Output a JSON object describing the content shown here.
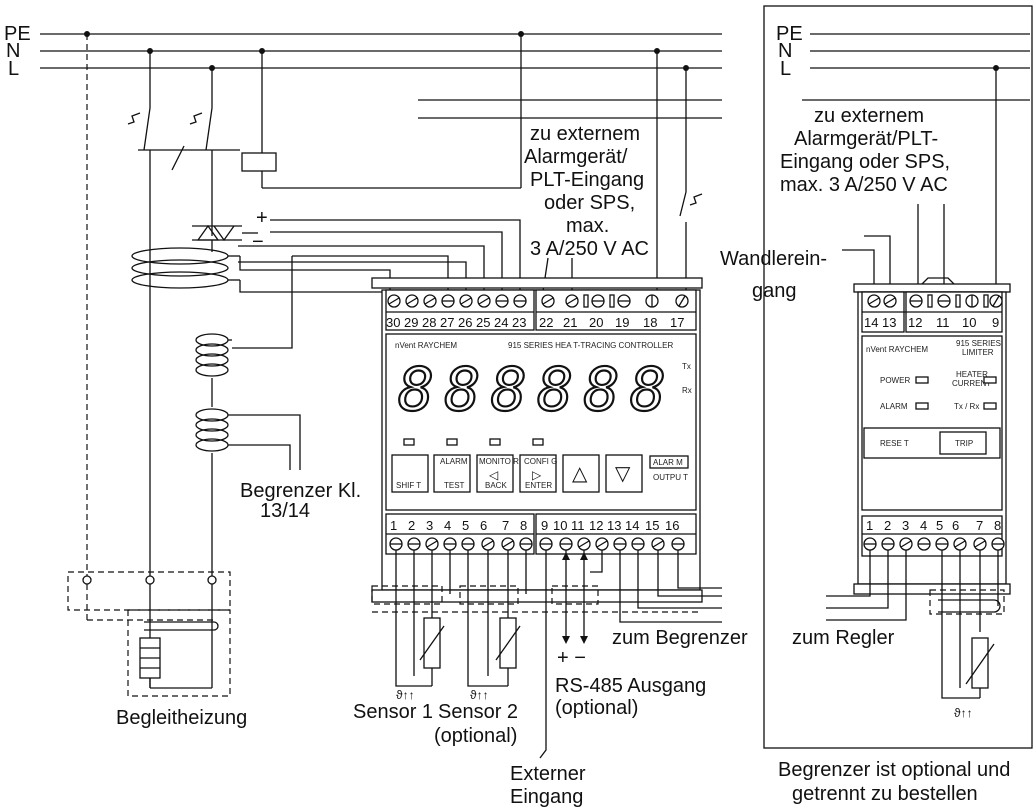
{
  "supply": {
    "pe": "PE",
    "n": "N",
    "l": "L"
  },
  "alarm_text_left": [
    "zu externem",
    "Alarmgerät/",
    "PLT-Eingang",
    "oder SPS,",
    "max.",
    "3 A/250 V AC"
  ],
  "alarm_text_right": [
    "zu externem",
    "Alarmgerät/PLT-",
    "Eingang oder SPS,",
    "max. 3 A/250 V AC"
  ],
  "wandler": [
    "Wandlerein-",
    "gang"
  ],
  "begrenzer_kl": [
    "Begrenzer Kl.",
    "13/14"
  ],
  "begleitheizung": "Begleitheizung",
  "sensor1": "Sensor 1",
  "sensor2": [
    "Sensor 2",
    "(optional)"
  ],
  "rs485": [
    "RS-485 Ausgang",
    "(optional)"
  ],
  "externer": [
    "Externer",
    "Eingang"
  ],
  "zum_begrenzer": "zum Begrenzer",
  "zum_regler": "zum Regler",
  "begrenzer_optional": [
    "Begrenzer ist optional und",
    "getrennt zu bestellen"
  ],
  "plus": "+",
  "minus": "−",
  "plus_minus": "+ −",
  "sensor_symbol": "ϑ↑↑",
  "controller": {
    "top_terminals_left": [
      "30",
      "29",
      "28",
      "27",
      "26",
      "25",
      "24",
      "23"
    ],
    "top_terminals_right": [
      "22",
      "21",
      "20",
      "19",
      "18",
      "17"
    ],
    "brand": "nVent RAYCHEM",
    "title": "915 SERIES HEA  T-TRACING CONTROLLER",
    "display": "888888",
    "tx": "Tx",
    "rx": "Rx",
    "buttons": {
      "shift": "SHIF T",
      "test_top": "ALARM",
      "test": "TEST",
      "back_top": "MONITO R",
      "back": "BACK",
      "enter_top": "CONFI G",
      "enter": "ENTER",
      "up": "△",
      "down": "▽",
      "back_arrow": "◁",
      "enter_arrow": "▷"
    },
    "alarm_output_top": "ALAR M",
    "alarm_output": "OUTPU T",
    "bottom_terminals_left": [
      "1",
      "2",
      "3",
      "4",
      "5",
      "6",
      "7",
      "8"
    ],
    "bottom_terminals_right": [
      "9",
      "10",
      "11",
      "12",
      "13",
      "14",
      "15",
      "16"
    ]
  },
  "limiter": {
    "top_terminals": [
      "14",
      "13",
      "12",
      "11",
      "10",
      "9"
    ],
    "brand": "nVent RAYCHEM",
    "title": [
      "915 SERIES",
      "LIMITER"
    ],
    "power": "POWER",
    "heater_current": [
      "HEATER",
      "CURRENT"
    ],
    "alarm": "ALARM",
    "txrx": "Tx / Rx",
    "reset": "RESE T",
    "trip": "TRIP",
    "bottom_terminals": [
      "1",
      "2",
      "3",
      "4",
      "5",
      "6",
      "7",
      "8"
    ]
  }
}
